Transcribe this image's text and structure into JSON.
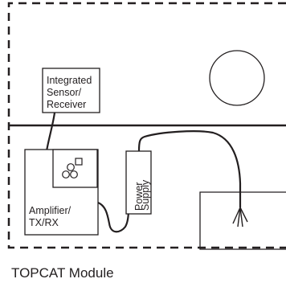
{
  "labels": {
    "sensor_line1": "Integrated",
    "sensor_line2": "Sensor/",
    "sensor_line3": "Receiver",
    "amp_line1": "Amplifier/",
    "amp_line2": "TX/RX",
    "power_line1": "Power",
    "power_line2": "Supply"
  },
  "caption": "TOPCAT Module",
  "colors": {
    "stroke": "#231f20",
    "background": "#ffffff"
  }
}
